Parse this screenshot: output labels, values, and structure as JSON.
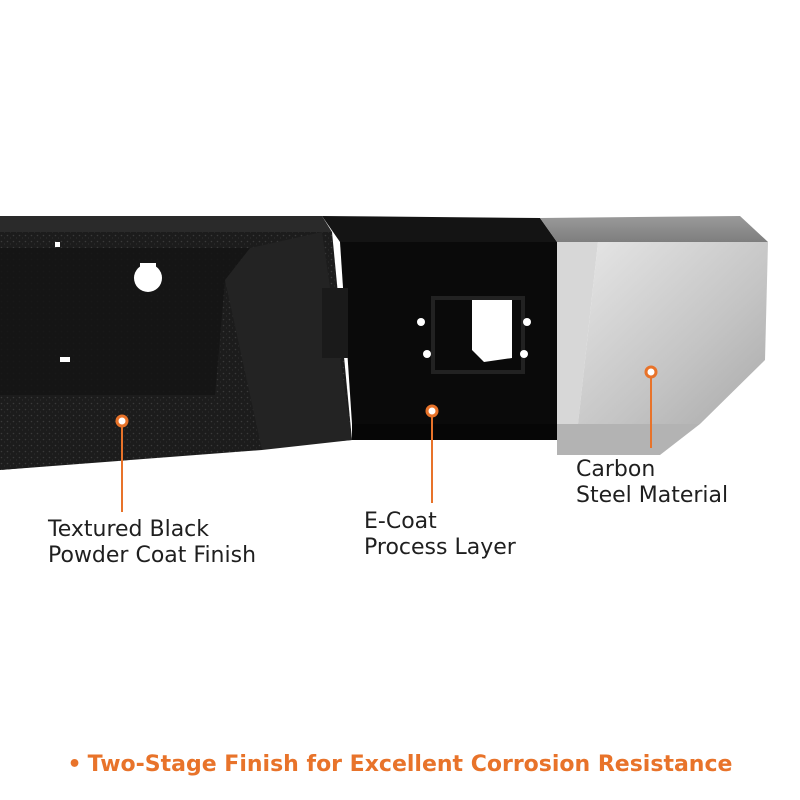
{
  "callouts": {
    "powder": {
      "line1": "Textured Black",
      "line2": "Powder Coat Finish"
    },
    "ecoat": {
      "line1": "E-Coat",
      "line2": "Process Layer"
    },
    "steel": {
      "line1": "Carbon",
      "line2": "Steel Material"
    }
  },
  "caption": {
    "bullet": "•",
    "text": "Two-Stage Finish for Excellent Corrosion Resistance"
  },
  "colors": {
    "accent": "#e8732a",
    "powder_black": "#1b1b1b",
    "ecoat_black": "#0a0a0a",
    "steel_silver": "#c8c8c8"
  }
}
